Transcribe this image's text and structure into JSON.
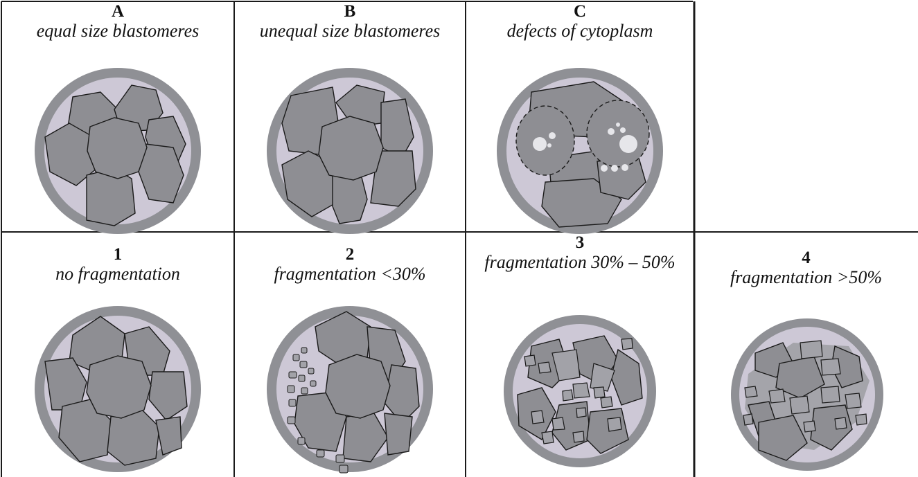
{
  "cells": [
    {
      "id": "A",
      "label": "A",
      "caption": "equal size blastomeres"
    },
    {
      "id": "B",
      "label": "B",
      "caption": "unequal size blastomeres"
    },
    {
      "id": "C",
      "label": "C",
      "caption": "defects of cytoplasm"
    },
    {
      "id": "1",
      "label": "1",
      "caption": "no fragmentation"
    },
    {
      "id": "2",
      "label": "2",
      "caption": "fragmentation <30%"
    },
    {
      "id": "3",
      "label": "3",
      "caption": "fragmentation 30% – 50%"
    },
    {
      "id": "4",
      "label": "4",
      "caption": "fragmentation >50%"
    }
  ],
  "colors": {
    "zona": "#8f9095",
    "perivitelline": "#cdc8d6",
    "blastomere": "#8e8e93",
    "blastomere_light": "#a2a2a8",
    "outline": "#1a1a1a",
    "vacuole": "#e6e6ea",
    "grid_line": "#1a1a1a"
  }
}
